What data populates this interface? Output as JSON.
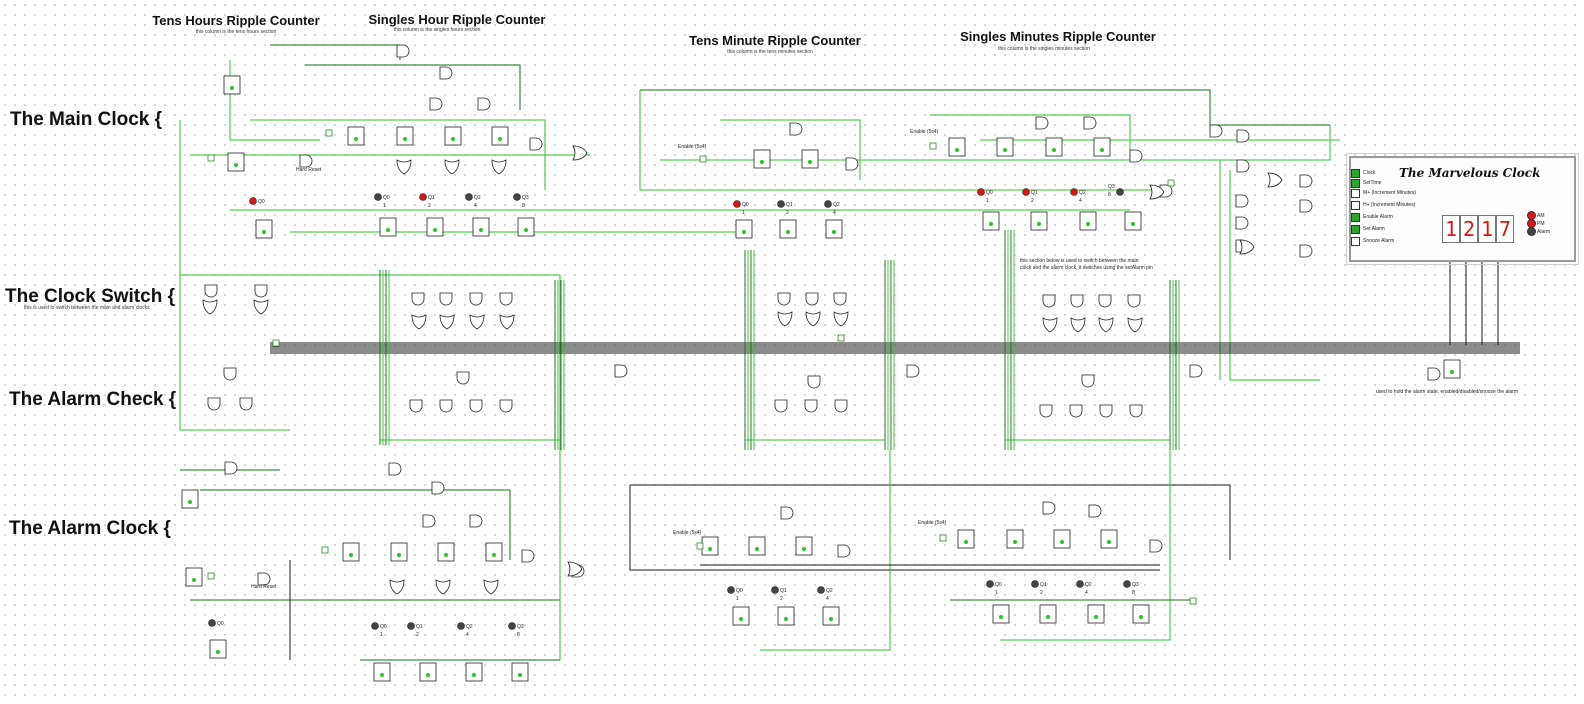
{
  "sections": {
    "main_clock": "The Main Clock {",
    "clock_switch": "The Clock Switch {",
    "clock_switch_note": "this is used to switch between the main and alarm clocks",
    "alarm_check": "The Alarm Check {",
    "alarm_clock": "The Alarm Clock {"
  },
  "headings": {
    "tens_hours": "Tens Hours Ripple Counter",
    "tens_hours_sub": "this column is the tens hours section",
    "singles_hours": "Singles Hour Ripple Counter",
    "singles_hours_sub": "this column is the singles hours section",
    "tens_minutes": "Tens Minute Ripple Counter",
    "tens_minutes_sub": "this column is the tens minutes section",
    "singles_minutes": "Singles Minutes Ripple Counter",
    "singles_minutes_sub": "this column is the singles minutes section"
  },
  "small_labels": {
    "hard_reset_top": "Hard Reset",
    "hard_reset_bottom": "Hard Reset",
    "enable_5_top_tm": "Enable (5s4)",
    "enable_5_top_sm": "Enable (5s4)",
    "enable_5_bot_tm": "Enable (5s4)",
    "enable_5_bot_sm": "Enable (5s4)",
    "alarm_hold_note": "used to hold the alarm state, enabled/disabled/snooze the alarm",
    "switch_note_1": "this section below is used to switch between the main",
    "switch_note_2": "clock and the alarm clock, it switches using the setAlarm pin"
  },
  "q_labels": [
    "Q0",
    "Q1",
    "Q2",
    "Q3"
  ],
  "q_values": [
    "1",
    "2",
    "4",
    "8"
  ],
  "panel": {
    "title": "The Marvelous Clock",
    "pins": [
      {
        "label": "Clock",
        "on": true
      },
      {
        "label": "SetTime",
        "on": true
      },
      {
        "label": "M+ (Increment Minutes)",
        "on": false
      },
      {
        "label": "H+ (Increment Minutes)",
        "on": false
      },
      {
        "label": "Enable Alarm",
        "on": true
      },
      {
        "label": "Set Alarm",
        "on": true
      },
      {
        "label": "Snooze Alarm",
        "on": false
      }
    ],
    "digits": [
      "1",
      "2",
      "1",
      "7"
    ],
    "indicators": [
      {
        "label": "AM",
        "color": "#d81818"
      },
      {
        "label": "PM",
        "color": "#d81818"
      },
      {
        "label": "Alarm",
        "color": "#444444"
      }
    ]
  },
  "colors": {
    "wire_active": "#2ec02e",
    "wire_dark": "#176b17",
    "wire_off": "#1a1a1a",
    "led_red": "#d81818",
    "led_off": "#444444"
  }
}
